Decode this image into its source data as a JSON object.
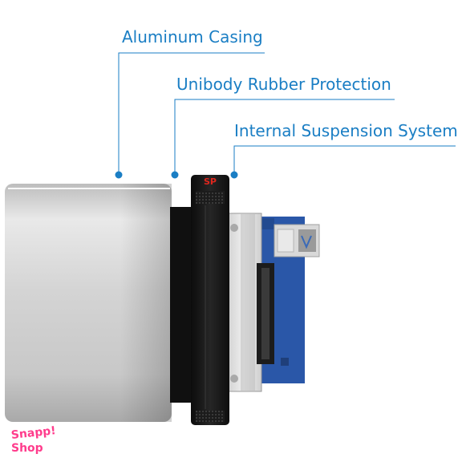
{
  "callouts": {
    "aluminum_casing": "Aluminum Casing",
    "rubber_protection": "Unibody Rubber Protection",
    "suspension_system": "Internal Suspension System"
  },
  "product": {
    "brand_mark": "SP"
  },
  "watermark": {
    "line1": "Snapp!",
    "line2": "Shop"
  },
  "colors": {
    "accent": "#1a7ec4",
    "watermark": "#ff3c8c",
    "pcb": "#2a57a8"
  }
}
